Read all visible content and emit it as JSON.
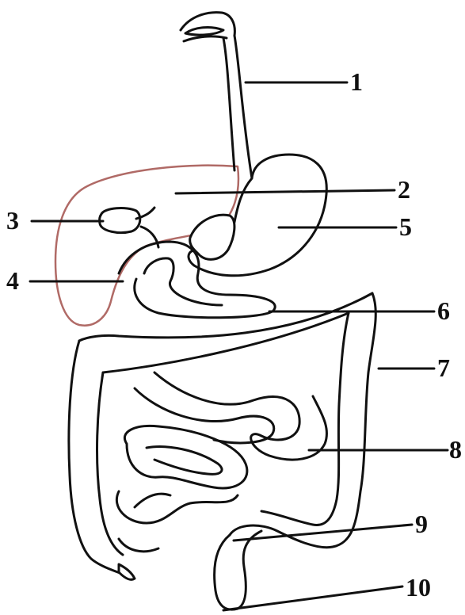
{
  "colors": {
    "outline": "#111111",
    "liver_outline": "#b06a66",
    "background": "#ffffff"
  },
  "labels": [
    {
      "id": "1",
      "text": "1"
    },
    {
      "id": "2",
      "text": "2"
    },
    {
      "id": "3",
      "text": "3"
    },
    {
      "id": "4",
      "text": "4"
    },
    {
      "id": "5",
      "text": "5"
    },
    {
      "id": "6",
      "text": "6"
    },
    {
      "id": "7",
      "text": "7"
    },
    {
      "id": "8",
      "text": "8"
    },
    {
      "id": "9",
      "text": "9"
    },
    {
      "id": "10",
      "text": "10"
    }
  ]
}
